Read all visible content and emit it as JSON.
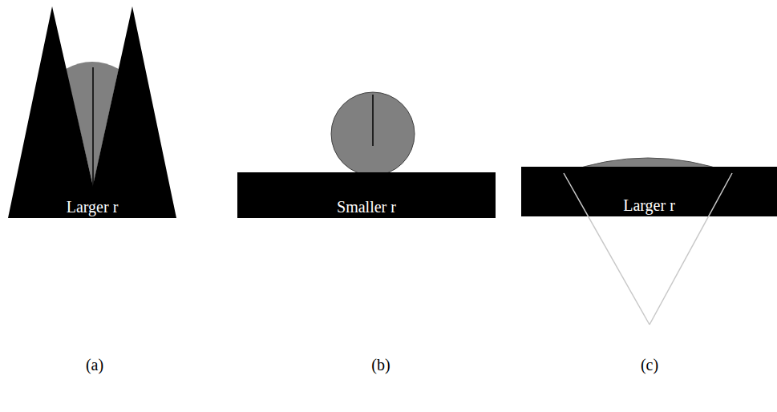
{
  "diagram": {
    "nodes": [
      {
        "text": [
          "Larger r"
        ]
      },
      {
        "text": [
          "Smaller r"
        ]
      },
      {
        "text": [
          "Larger r"
        ]
      }
    ],
    "labels": [
      "(a)",
      "(b)",
      "(c)"
    ]
  }
}
